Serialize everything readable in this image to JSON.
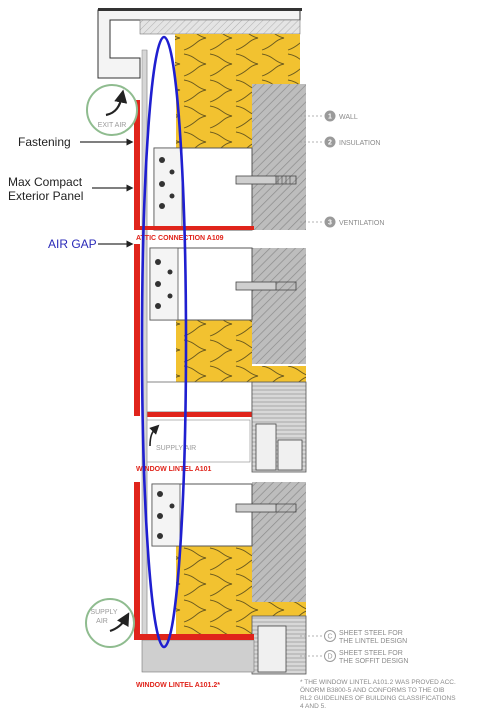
{
  "labels": {
    "fastening": "Fastening",
    "panel_line1": "Max Compact",
    "panel_line2": "Exterior Panel",
    "air_gap": "AIR GAP",
    "exit_air": "EXIT AIR",
    "supply_air_inner": "SUPPLY AIR",
    "supply_air_line1": "SUPPLY",
    "supply_air_line2": "AIR"
  },
  "legend": [
    {
      "num": "1",
      "text": "WALL"
    },
    {
      "num": "2",
      "text": "INSULATION"
    },
    {
      "num": "3",
      "text": "VENTILATION"
    },
    {
      "num": "C",
      "text_line1": "SHEET STEEL FOR",
      "text_line2": "THE LINTEL DESIGN"
    },
    {
      "num": "D",
      "text_line1": "SHEET STEEL FOR",
      "text_line2": "THE SOFFIT DESIGN"
    }
  ],
  "section_titles": {
    "attic": "ATTIC CONNECTION A109",
    "lintel": "WINDOW LINTEL A101",
    "lintel2": "WINDOW LINTEL A101.2*"
  },
  "footnote": [
    "* THE WINDOW LINTEL A101.2 WAS PROVED ACC.",
    "ÖNORM B3800-5 AND CONFORMS TO THE OIB",
    "RL2 GUIDELINES OF BUILDING CLASSIFICATIONS",
    "4 AND 5."
  ],
  "colors": {
    "panel_red": "#e0241b",
    "insulation_yellow": "#f2c230",
    "wall_grey": "#b9b9b9",
    "annotation_blue": "#1f1fd0",
    "annotation_green": "#8fbc8f"
  }
}
